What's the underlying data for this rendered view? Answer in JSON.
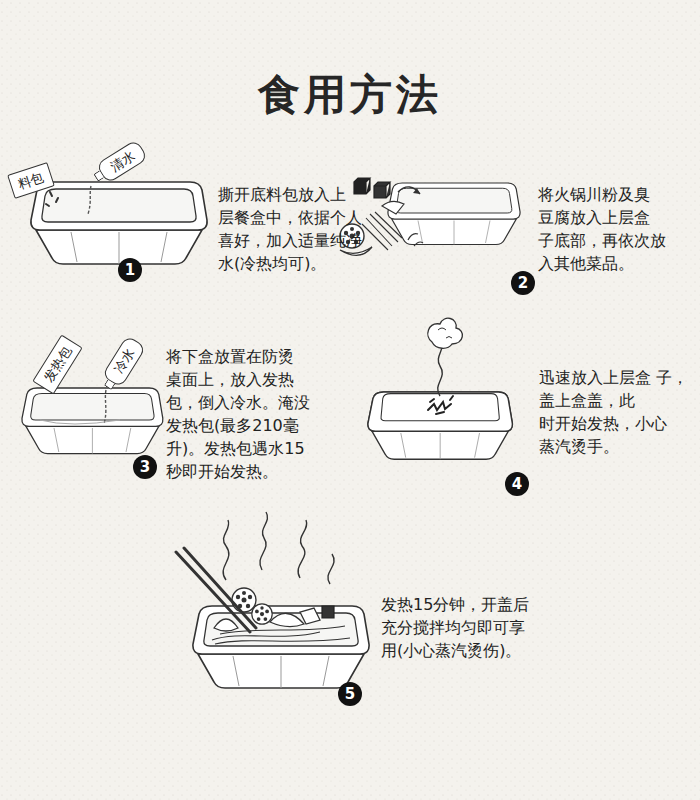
{
  "diagram": {
    "title": "食用方法",
    "nodes": [
      {
        "text": [
          "料包"
        ]
      },
      {
        "text": [
          "清水"
        ]
      },
      {
        "text": [
          "1"
        ]
      },
      {
        "text": [
          "2"
        ]
      },
      {
        "text": [
          "发热包"
        ]
      },
      {
        "text": [
          "冷水"
        ]
      },
      {
        "text": [
          "3"
        ]
      },
      {
        "text": [
          "4"
        ]
      },
      {
        "text": [
          "5"
        ]
      }
    ],
    "labels": [
      "撕开底料包放入上 层餐盒中，依据个人 喜好，加入适量纯净 水(冷热均可)。",
      "将火锅川粉及臭 豆腐放入上层盒 子底部，再依次放 入其他菜品。",
      "将下盒放置在防烫 桌面上，放入发热 包，倒入冷水。淹没 发热包(最多210毫 升)。发热包遇水15 秒即开始发热。",
      "迅速放入上层盒 子，盖上盒盖，此 时开始发热，小心 蒸汽烫手。",
      "发热15分钟，开盖后 充分搅拌均匀即可享 用(小心蒸汽烫伤)。"
    ]
  }
}
